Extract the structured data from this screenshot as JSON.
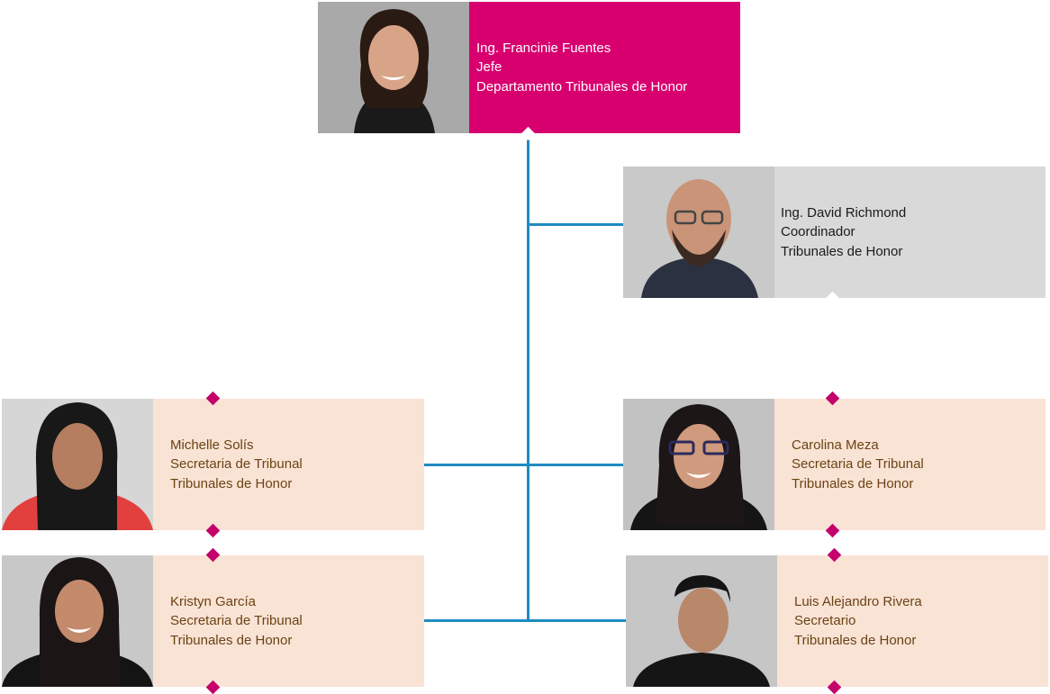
{
  "colors": {
    "head_card": "#d8006f",
    "coordinator_card": "#d9d9d9",
    "staff_card": "#f9e3d5",
    "staff_text": "#6b4314",
    "connector": "#1f8bc2",
    "marker": "#c4006a"
  },
  "org": {
    "head": {
      "name": "Ing. Francinie Fuentes",
      "role": "Jefe",
      "unit": "Departamento Tribunales de Honor"
    },
    "coordinator": {
      "name": "Ing. David Richmond",
      "role": "Coordinador",
      "unit": "Tribunales de Honor"
    },
    "staff": [
      {
        "name": "Michelle Solís",
        "role": "Secretaria de Tribunal",
        "unit": "Tribunales de Honor"
      },
      {
        "name": "Carolina Meza",
        "role": "Secretaria de Tribunal",
        "unit": "Tribunales de Honor"
      },
      {
        "name": "Kristyn García",
        "role": "Secretaria de Tribunal",
        "unit": "Tribunales de Honor"
      },
      {
        "name": "Luis Alejandro Rivera",
        "role": "Secretario",
        "unit": "Tribunales de Honor"
      }
    ]
  }
}
